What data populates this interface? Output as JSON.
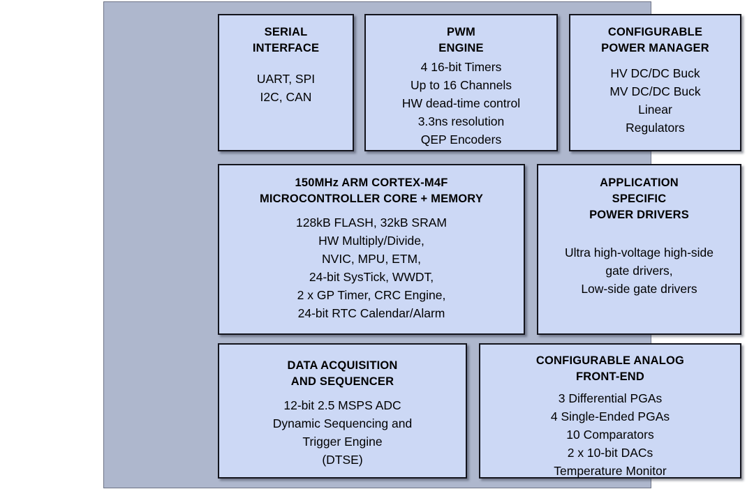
{
  "diagram": {
    "name": "microcontroller-block-diagram",
    "panel_color": "#aeb7cd",
    "block_color": "#ccd8f5",
    "block_border_color": "#13141c",
    "text_color": "#000000",
    "blocks": [
      {
        "id": "serial-interface",
        "title": "SERIAL\nINTERFACE",
        "body": "UART, SPI\nI2C, CAN"
      },
      {
        "id": "pwm-engine",
        "title": "PWM\nENGINE",
        "body": "4 16-bit Timers\nUp to 16 Channels\nHW dead-time control\n3.3ns resolution\nQEP Encoders"
      },
      {
        "id": "power-manager",
        "title": "CONFIGURABLE\nPOWER MANAGER",
        "body": "HV DC/DC Buck\nMV DC/DC Buck\nLinear\nRegulators"
      },
      {
        "id": "mcu-core",
        "title": "150MHz ARM CORTEX-M4F\nMICROCONTROLLER CORE + MEMORY",
        "body": "128kB FLASH, 32kB SRAM\nHW Multiply/Divide,\nNVIC, MPU, ETM,\n24-bit SysTick, WWDT,\n2 x GP Timer, CRC Engine,\n24-bit RTC Calendar/Alarm"
      },
      {
        "id": "power-drivers",
        "title": "APPLICATION\nSPECIFIC\nPOWER DRIVERS",
        "body": "Ultra high-voltage high-side\ngate drivers,\nLow-side gate drivers"
      },
      {
        "id": "data-acquisition",
        "title": "DATA ACQUISITION\nAND SEQUENCER",
        "body": "12-bit 2.5 MSPS ADC\nDynamic Sequencing and\nTrigger Engine\n(DTSE)"
      },
      {
        "id": "analog-frontend",
        "title": "CONFIGURABLE ANALOG\nFRONT-END",
        "body": "3 Differential PGAs\n4 Single-Ended PGAs\n10 Comparators\n2 x 10-bit DACs\nTemperature Monitor"
      }
    ]
  }
}
